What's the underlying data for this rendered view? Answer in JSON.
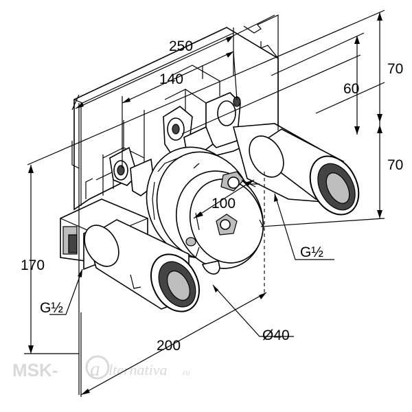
{
  "dimensions": {
    "width_top": "250",
    "spacing_inner": "140",
    "height_upper_70": "70",
    "height_60": "60",
    "height_lower_70": "70",
    "height_left": "170",
    "depth_bottom": "200",
    "radius_100": "100",
    "diameter": "Ø40",
    "thread_left": "G½",
    "thread_right": "G½"
  },
  "watermark": {
    "left": "MSK-",
    "right": "lternativa",
    "suffix": ".ru"
  },
  "colors": {
    "line": "#000000",
    "background": "#ffffff",
    "shade": "#bdbdbd",
    "watermark": "#d9d9d9"
  }
}
